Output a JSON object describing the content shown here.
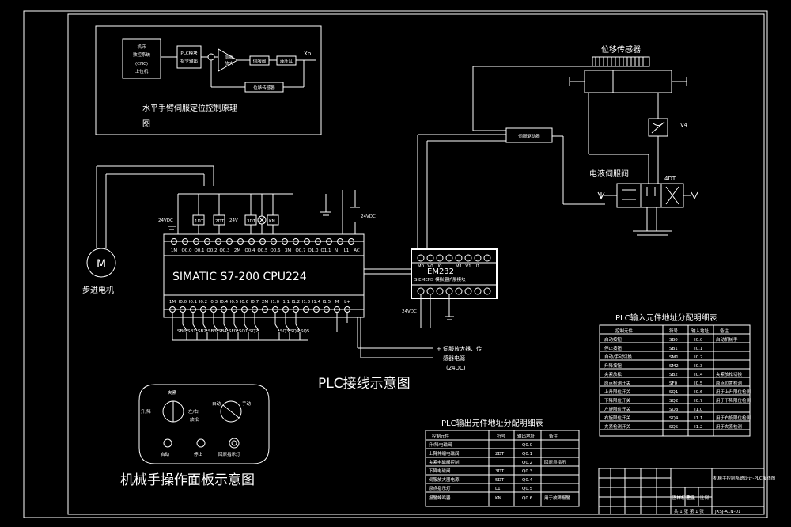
{
  "principle": {
    "title": "水平手臂伺服定位控制原理",
    "title2": "图",
    "cnc_lines": [
      "机床",
      "数控系统",
      "(CNC)",
      "上位机"
    ],
    "plc_block": [
      "PLC模块",
      "指令输出"
    ],
    "amp_block": [
      "伺服",
      "放大"
    ],
    "valve_block": "伺服阀",
    "cyl_block": "液压缸",
    "sensor_block": "位移传感器",
    "output_label": "Xp"
  },
  "sensor_title": "位移传感器",
  "servo_valve_label": "电液伺服阀",
  "servo_amp_box": "伺服驱动器",
  "v4_label": "V4",
  "dt4_label": "4DT",
  "plc": {
    "model": "SIMATIC S7-200 CPU224",
    "v24_label": "24VDC",
    "v24_right": "24VDC",
    "v24_em": "24VDC",
    "top_terminals": [
      "1M",
      "Q0.0",
      "Q0.1",
      "Q0.2",
      "Q0.3",
      "2M",
      "Q0.4",
      "Q0.5",
      "Q0.6",
      "3M",
      "Q0.7",
      "Q1.0",
      "Q1.1",
      "N",
      "L1",
      "AC"
    ],
    "bottom_terminals": [
      "1M",
      "I0.0",
      "I0.1",
      "I0.2",
      "I0.3",
      "I0.4",
      "I0.5",
      "I0.6",
      "I0.7",
      "2M",
      "I1.0",
      "I1.1",
      "I1.2",
      "I1.3",
      "I1.4",
      "I1.5",
      "M",
      "L+"
    ],
    "output_devices": [
      "1DT",
      "2DT",
      "3DT",
      "4DT",
      "KN"
    ],
    "input_devices": [
      "SB0",
      "SB1",
      "SB2",
      "SB3",
      "SB4",
      "SF0",
      "SQ1",
      "SQ2",
      "SQ3",
      "SQ4",
      "SQ5"
    ]
  },
  "em": {
    "model": "EM232",
    "sub": "SIEMENS  模拟量扩展模块",
    "labels": [
      "M0",
      "V0",
      "I0",
      "M1",
      "V1",
      "I1"
    ]
  },
  "motor": {
    "symbol": "M",
    "label": "步进电机"
  },
  "power_note": [
    "+ 伺服放大器、传",
    "感器电源",
    "(24DC)"
  ],
  "wiring_title": "PLC接线示意图",
  "panel": {
    "title": "机械手操作面板示意图",
    "knob_labels": [
      "升/降",
      "左/右",
      "夹紧",
      "放松",
      "自动",
      "手动"
    ],
    "buttons": [
      "启动",
      "停止",
      "回原指示灯"
    ]
  },
  "out_table": {
    "title": "PLC输出元件地址分配明细表",
    "headers": [
      "控制元件",
      "符号",
      "输出地址",
      "备注"
    ],
    "rows": [
      [
        "升/降电磁阀",
        "",
        "Q0.0",
        ""
      ],
      [
        "上臂伸缩电磁阀",
        "2DT",
        "Q0.1",
        ""
      ],
      [
        "夹紧电磁阀控制",
        "",
        "Q0.2",
        "回原点指示"
      ],
      [
        "下降电磁阀",
        "3DT",
        "Q0.3",
        ""
      ],
      [
        "伺服放大器电源",
        "5DT",
        "Q0.4",
        ""
      ],
      [
        "原点指示灯",
        "L1",
        "Q0.5",
        ""
      ],
      [
        "报警蜂鸣器",
        "KN",
        "Q0.6",
        "用于故障报警"
      ]
    ]
  },
  "in_table": {
    "title": "PLC输入元件地址分配明细表",
    "headers": [
      "控制元件",
      "符号",
      "输入地址",
      "备注"
    ],
    "rows": [
      [
        "启动按钮",
        "SB0",
        "I0.0",
        "启动机械手"
      ],
      [
        "停止按钮",
        "SB1",
        "I0.1",
        ""
      ],
      [
        "自动/手动切换",
        "SM1",
        "I0.2",
        ""
      ],
      [
        "升降按钮",
        "SM2",
        "I0.3",
        ""
      ],
      [
        "夹紧放松",
        "SB2",
        "I0.4",
        "夹紧放松切换"
      ],
      [
        "原点检测开关",
        "SF0",
        "I0.5",
        "原点位置检测"
      ],
      [
        "上升限位开关",
        "SQ1",
        "I0.6",
        "用于上升限位检测"
      ],
      [
        "下降限位开关",
        "SQ2",
        "I0.7",
        "用于下降限位检测"
      ],
      [
        "左旋限位开关",
        "SQ3",
        "I1.0",
        ""
      ],
      [
        "右旋限位开关",
        "SQ4",
        "I1.1",
        "用于右旋限位检测"
      ],
      [
        "夹紧检测开关",
        "SQ5",
        "I1.2",
        "用于夹紧检测"
      ]
    ]
  },
  "title_block": {
    "drawing_name": "机械手控制系统设计-PLC接线图",
    "cells": [
      "图样标记",
      "重量",
      "比例"
    ],
    "sheet": "共 1 张  第 1 张",
    "code": "JXSJ-A1N-01"
  }
}
